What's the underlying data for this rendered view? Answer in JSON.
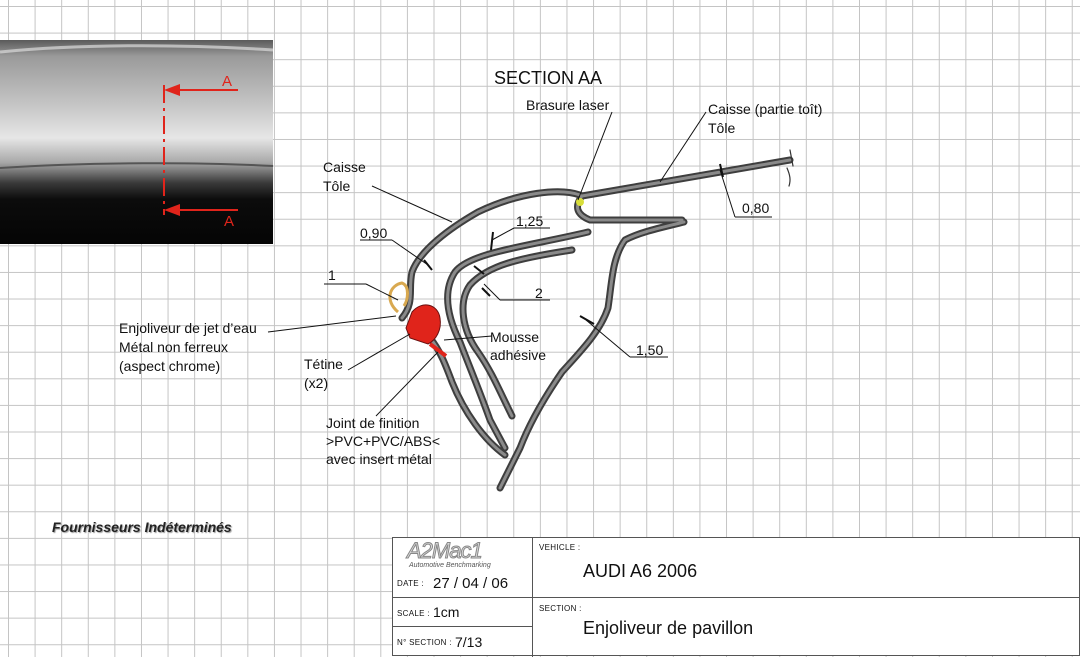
{
  "diagram": {
    "title": "SECTION AA",
    "labels": {
      "brasure": "Brasure laser",
      "caisse_toit_1": "Caisse (partie toît)",
      "caisse_toit_2": "Tôle",
      "caisse_1": "Caisse",
      "caisse_2": "Tôle",
      "dim_125": "1,25",
      "dim_090": "0,90",
      "dim_080": "0,80",
      "dim_1": "1",
      "dim_2": "2",
      "dim_150": "1,50",
      "enjo_1": "Enjoliveur de jet d’eau",
      "enjo_2": "Métal non ferreux",
      "enjo_3": "(aspect chrome)",
      "tetine_1": "Tétine",
      "tetine_2": "(x2)",
      "mousse_1": "Mousse",
      "mousse_2": "adhésive",
      "joint_1": "Joint de finition",
      "joint_2": ">PVC+PVC/ABS<",
      "joint_3": "avec insert métal"
    },
    "photo_label_top": "A",
    "photo_label_bottom": "A",
    "colors": {
      "part_red": "#e0241b",
      "trim_gold": "#d9a950",
      "sheet": "#4a4a4a",
      "laser_spot": "#d8de3a"
    }
  },
  "supplier_note": "Fournisseurs Indéterminés",
  "cartouche": {
    "logo_main": "A2Mac1",
    "logo_sub": "Automotive Benchmarking",
    "vehicle_label": "VEHICLE :",
    "vehicle_value": "AUDI A6 2006",
    "date_label": "DATE :",
    "date_value": "27 / 04 / 06",
    "scale_label": "SCALE :",
    "scale_value": "1cm",
    "section_no_label": "N° SECTION :",
    "section_no_value": "7/13",
    "section_label": "SECTION :",
    "section_value": "Enjoliveur de pavillon"
  }
}
